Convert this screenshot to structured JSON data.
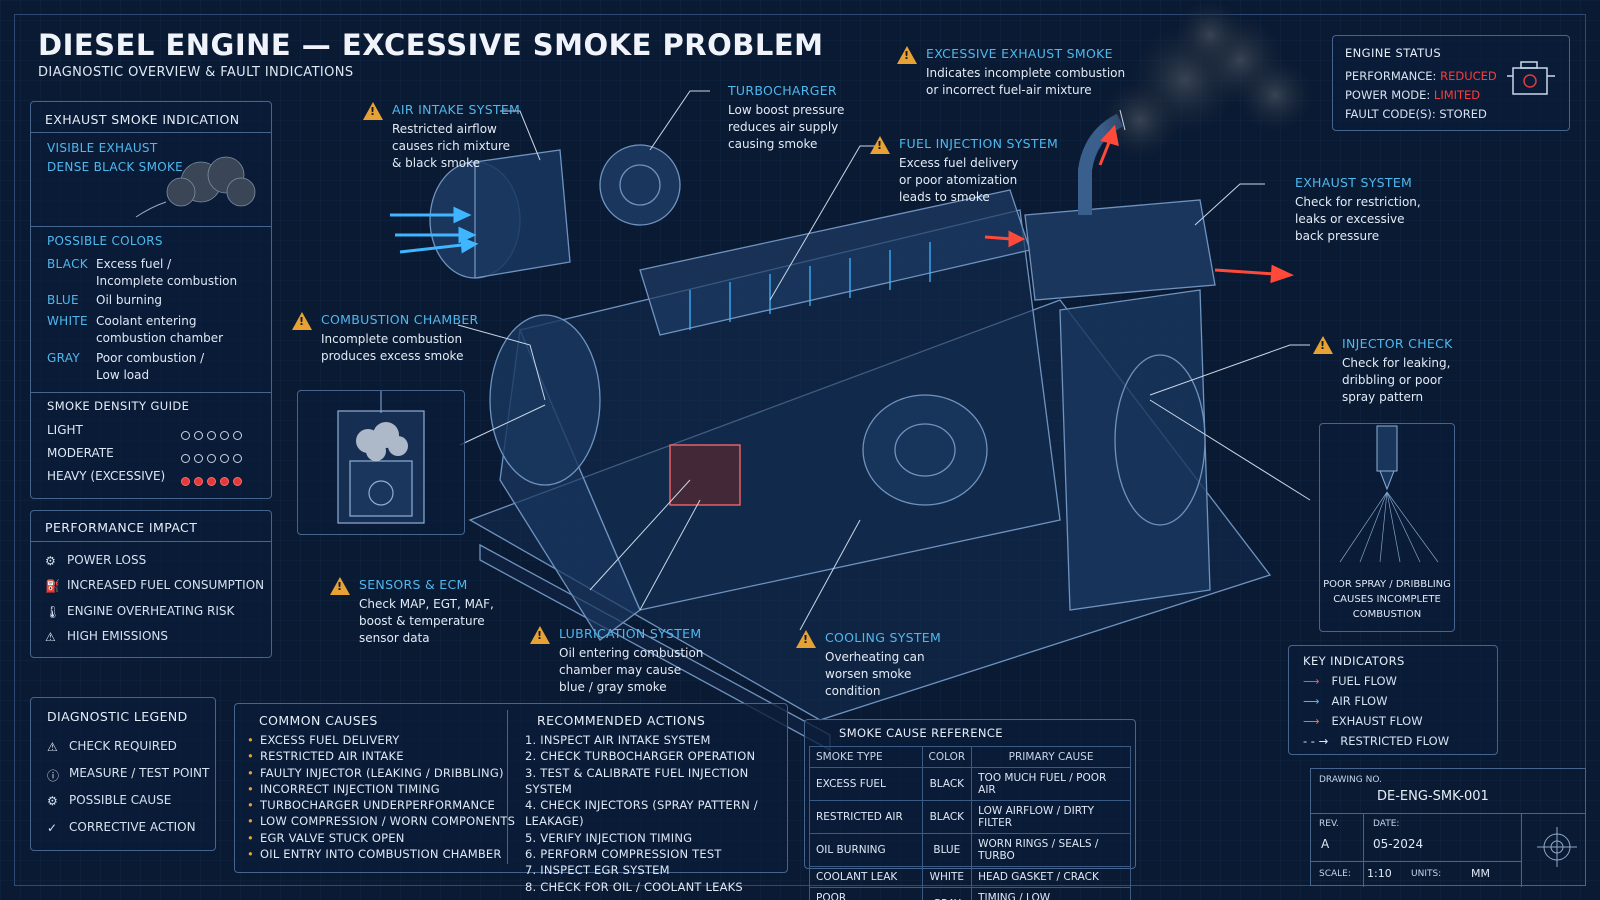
{
  "header": {
    "title": "DIESEL ENGINE — EXCESSIVE SMOKE PROBLEM",
    "subtitle": "DIAGNOSTIC OVERVIEW & FAULT INDICATIONS"
  },
  "exhaust_panel": {
    "title": "EXHAUST SMOKE INDICATION",
    "visible_1": "VISIBLE EXHAUST",
    "visible_2": "DENSE BLACK SMOKE",
    "colors_heading": "POSSIBLE COLORS",
    "colors": [
      {
        "name": "BLACK",
        "desc1": "Excess fuel /",
        "desc2": "Incomplete combustion"
      },
      {
        "name": "BLUE",
        "desc1": "Oil burning",
        "desc2": ""
      },
      {
        "name": "WHITE",
        "desc1": "Coolant entering",
        "desc2": "combustion chamber"
      },
      {
        "name": "GRAY",
        "desc1": "Poor combustion /",
        "desc2": "Low load"
      }
    ],
    "density_heading": "SMOKE DENSITY GUIDE",
    "density": [
      {
        "label": "LIGHT",
        "level": 0
      },
      {
        "label": "MODERATE",
        "level": 0
      },
      {
        "label": "HEAVY (EXCESSIVE)",
        "level": 5
      }
    ]
  },
  "performance_panel": {
    "title": "PERFORMANCE IMPACT",
    "items": [
      {
        "icon": "power-icon",
        "label": "POWER LOSS"
      },
      {
        "icon": "fuel-icon",
        "label": "INCREASED FUEL CONSUMPTION"
      },
      {
        "icon": "temperature-icon",
        "label": "ENGINE OVERHEATING RISK"
      },
      {
        "icon": "emissions-icon",
        "label": "HIGH EMISSIONS"
      }
    ]
  },
  "legend_panel": {
    "title": "DIAGNOSTIC LEGEND",
    "items": [
      {
        "icon": "warning-icon",
        "label": "CHECK REQUIRED"
      },
      {
        "icon": "measure-icon",
        "label": "MEASURE / TEST POINT"
      },
      {
        "icon": "gear-icon",
        "label": "POSSIBLE CAUSE"
      },
      {
        "icon": "check-icon",
        "label": "CORRECTIVE ACTION"
      }
    ]
  },
  "causes_panel": {
    "title": "COMMON CAUSES",
    "items": [
      "EXCESS FUEL DELIVERY",
      "RESTRICTED AIR INTAKE",
      "FAULTY INJECTOR (LEAKING / DRIBBLING)",
      "INCORRECT INJECTION TIMING",
      "TURBOCHARGER UNDERPERFORMANCE",
      "LOW COMPRESSION / WORN COMPONENTS",
      "EGR VALVE STUCK OPEN",
      "OIL ENTRY INTO COMBUSTION CHAMBER"
    ]
  },
  "actions_panel": {
    "title": "RECOMMENDED ACTIONS",
    "items": [
      "1.  INSPECT AIR INTAKE SYSTEM",
      "2.  CHECK TURBOCHARGER OPERATION",
      "3.  TEST & CALIBRATE FUEL INJECTION SYSTEM",
      "4.  CHECK INJECTORS (SPRAY PATTERN / LEAKAGE)",
      "5.  VERIFY INJECTION TIMING",
      "6.  PERFORM COMPRESSION TEST",
      "7.  INSPECT EGR SYSTEM",
      "8.  CHECK FOR OIL / COOLANT LEAKS"
    ]
  },
  "reference_table": {
    "title": "SMOKE CAUSE REFERENCE",
    "headers": [
      "SMOKE TYPE",
      "COLOR",
      "PRIMARY CAUSE"
    ],
    "rows": [
      [
        "EXCESS FUEL",
        "BLACK",
        "TOO MUCH FUEL / POOR AIR"
      ],
      [
        "RESTRICTED AIR",
        "BLACK",
        "LOW AIRFLOW / DIRTY FILTER"
      ],
      [
        "OIL BURNING",
        "BLUE",
        "WORN RINGS / SEALS / TURBO"
      ],
      [
        "COOLANT LEAK",
        "WHITE",
        "HEAD GASKET / CRACK"
      ],
      [
        "POOR COMBUSTION",
        "GRAY",
        "TIMING / LOW COMPRESSION"
      ]
    ]
  },
  "engine_status": {
    "title": "ENGINE STATUS",
    "performance_label": "PERFORMANCE:",
    "performance_value": "REDUCED",
    "power_label": "POWER MODE:",
    "power_value": "LIMITED",
    "fault_label": "FAULT CODE(S): STORED",
    "alert_color": "#ff3b3b"
  },
  "callouts": {
    "air_intake": {
      "title": "AIR INTAKE SYSTEM",
      "l1": "Restricted airflow",
      "l2": "causes rich mixture",
      "l3": "& black smoke"
    },
    "turbo": {
      "title": "TURBOCHARGER",
      "l1": "Low boost pressure",
      "l2": "reduces air supply",
      "l3": "causing smoke"
    },
    "fuel_injection": {
      "title": "FUEL INJECTION SYSTEM",
      "l1": "Excess fuel delivery",
      "l2": "or poor atomization",
      "l3": "leads to smoke"
    },
    "exhaust_smoke": {
      "title": "EXCESSIVE EXHAUST SMOKE",
      "l1": "Indicates incomplete combustion",
      "l2": "or incorrect fuel-air mixture"
    },
    "exhaust_system": {
      "title": "EXHAUST SYSTEM",
      "l1": "Check for restriction,",
      "l2": "leaks or excessive",
      "l3": "back pressure"
    },
    "combustion": {
      "title": "COMBUSTION CHAMBER",
      "l1": "Incomplete combustion",
      "l2": "produces excess smoke"
    },
    "injector_check": {
      "title": "INJECTOR CHECK",
      "l1": "Check for leaking,",
      "l2": "dribbling or poor",
      "l3": "spray pattern"
    },
    "sensors": {
      "title": "SENSORS & ECM",
      "l1": "Check MAP, EGT, MAF,",
      "l2": "boost & temperature",
      "l3": "sensor data"
    },
    "lubrication": {
      "title": "LUBRICATION SYSTEM",
      "l1": "Oil entering combustion",
      "l2": "chamber may cause",
      "l3": "blue / gray smoke"
    },
    "cooling": {
      "title": "COOLING SYSTEM",
      "l1": "Overheating can",
      "l2": "worsen smoke",
      "l3": "condition"
    }
  },
  "spray_caption": {
    "l1": "POOR SPRAY / DRIBBLING",
    "l2": "CAUSES INCOMPLETE",
    "l3": "COMBUSTION"
  },
  "key_indicators": {
    "title": "KEY INDICATORS",
    "items": [
      {
        "label": "FUEL FLOW",
        "color": "#ff4a4a"
      },
      {
        "label": "AIR FLOW",
        "color": "#3fb6ff"
      },
      {
        "label": "EXHAUST FLOW",
        "color": "#ff6a2a"
      },
      {
        "label": "RESTRICTED FLOW",
        "color": "#dfe8f5"
      }
    ]
  },
  "title_block": {
    "drawing_label": "DRAWING NO.",
    "drawing_no": "DE-ENG-SMK-001",
    "rev_label": "REV.",
    "rev": "A",
    "date_label": "DATE:",
    "date": "05-2024",
    "scale_label": "SCALE:",
    "scale": "1:10",
    "units_label": "UNITS:",
    "units": "MM"
  },
  "colors": {
    "accent": "#4fb8ee",
    "warning": "#e7a233",
    "alert": "#ff3b3b",
    "background": "#0a1a33"
  }
}
